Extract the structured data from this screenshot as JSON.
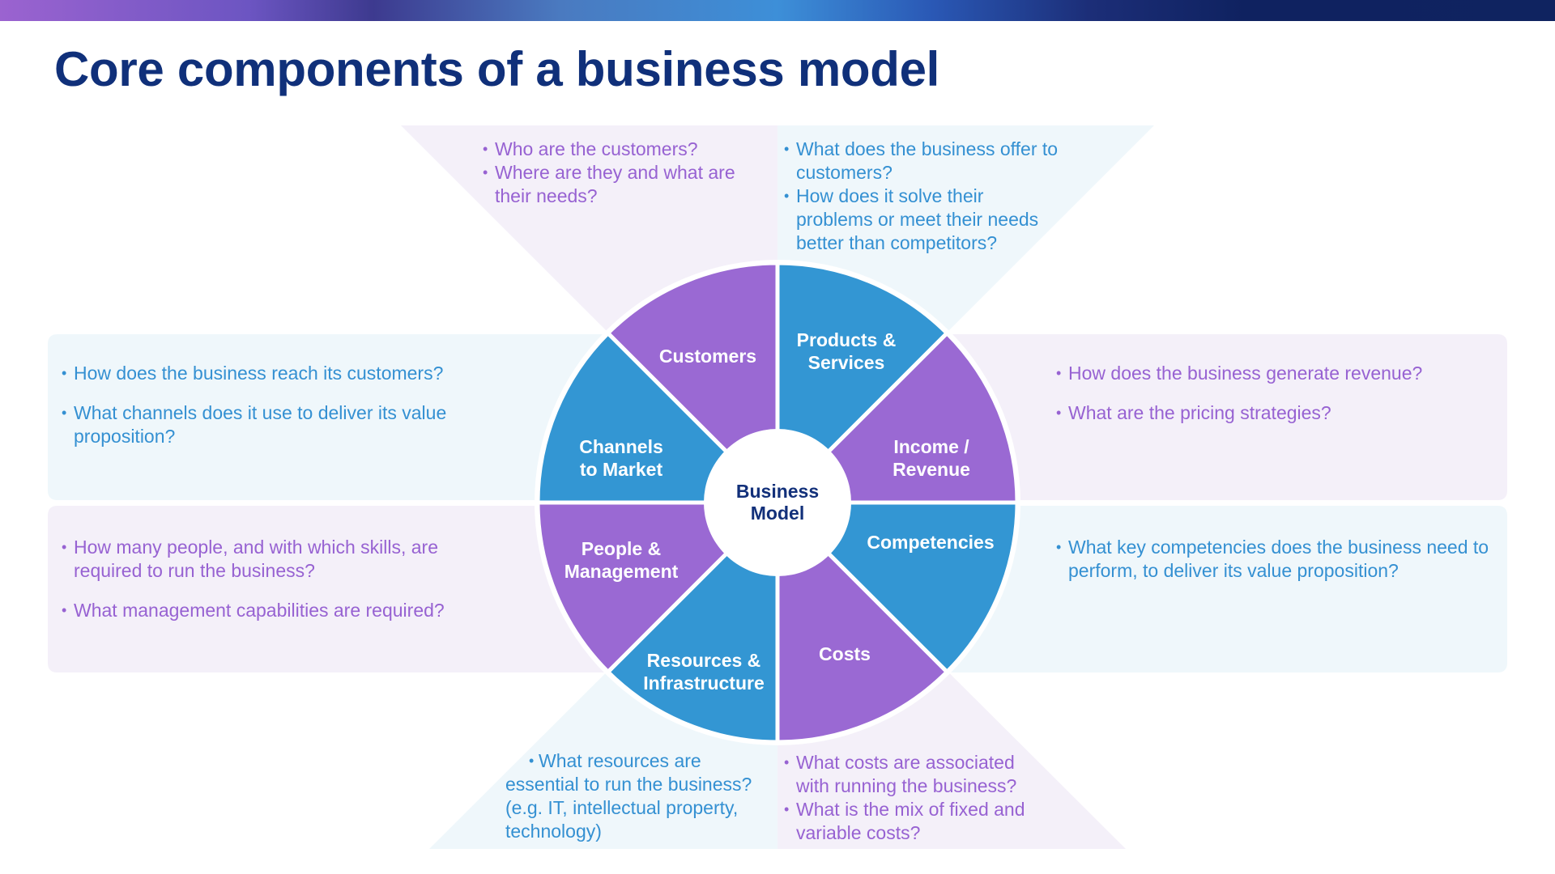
{
  "title": "Core components of a business model",
  "colors": {
    "segment_blue": "#3396d3",
    "segment_purple": "#9a69d3",
    "panel_blue": "#eff7fb",
    "panel_purple": "#f4f0f9",
    "text_blue": "#3490d2",
    "text_purple": "#9762d2",
    "title_navy": "#10307a"
  },
  "center": {
    "line1": "Business",
    "line2": "Model"
  },
  "segments": [
    {
      "id": "products-services",
      "line1": "Products &",
      "line2": "Services",
      "color": "blue"
    },
    {
      "id": "income-revenue",
      "line1": "Income /",
      "line2": "Revenue",
      "color": "purple"
    },
    {
      "id": "competencies",
      "line1": "Competencies",
      "line2": "",
      "color": "blue"
    },
    {
      "id": "costs",
      "line1": "Costs",
      "line2": "",
      "color": "purple"
    },
    {
      "id": "resources-infrastructure",
      "line1": "Resources &",
      "line2": "Infrastructure",
      "color": "blue"
    },
    {
      "id": "people-management",
      "line1": "People &",
      "line2": "Management",
      "color": "purple"
    },
    {
      "id": "channels-to-market",
      "line1": "Channels",
      "line2": "to Market",
      "color": "blue"
    },
    {
      "id": "customers",
      "line1": "Customers",
      "line2": "",
      "color": "purple"
    }
  ],
  "questions": {
    "customers": [
      "Who are the customers?",
      "Where are they and what are their needs?"
    ],
    "products_services": [
      "What does the business offer to customers?",
      "How does it solve their problems or meet their needs better than competitors?"
    ],
    "channels": [
      "How does the business reach its customers?",
      "What channels does it use to deliver its value proposition?"
    ],
    "income": [
      "How does the business generate revenue?",
      "What are the pricing strategies?"
    ],
    "people": [
      "How many people, and with which skills, are required to run the business?",
      "What management capabilities are required?"
    ],
    "competencies": [
      "What key competencies does the business need to perform, to deliver its value proposition?"
    ],
    "resources": {
      "line1": "What resources are",
      "rest": "essential to run the business? (e.g. IT, intellectual property, technology)"
    },
    "costs": [
      "What costs are associated with running the business?",
      "What is the mix of fixed and variable costs?"
    ]
  }
}
